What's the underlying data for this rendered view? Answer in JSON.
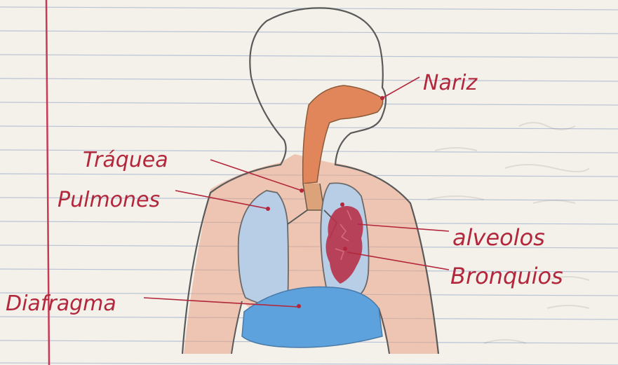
{
  "labels": {
    "nariz": "Nariz",
    "traquea": "Tráquea",
    "pulmones": "Pulmones",
    "alveolos": "alveolos",
    "bronquios": "Bronquios",
    "diafragma": "Diafragma"
  },
  "colors": {
    "paper": "#f4f1ea",
    "rule_line": "#b9c3d6",
    "margin_line": "#c63a55",
    "label_ink": "#b3273c",
    "body_outline": "#5a5a5a",
    "orange": "#e0865a",
    "lung_blue": "#b8cde6",
    "diaphragm_blue": "#5da2dc",
    "alveoli_red": "#b8324a"
  }
}
